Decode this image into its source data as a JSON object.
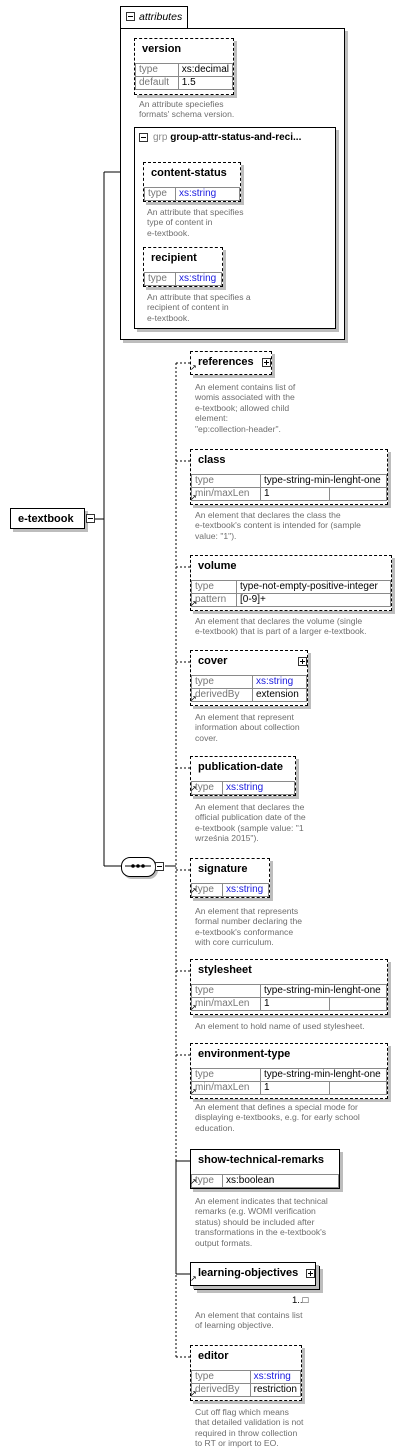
{
  "root": {
    "name": "e-textbook"
  },
  "attributes": {
    "label": "attributes",
    "items": [
      {
        "name": "version",
        "props": [
          [
            "type",
            "xs:decimal"
          ],
          [
            "default",
            "1.5"
          ]
        ],
        "doc": [
          "An attribute speciefies",
          "formats' schema version."
        ]
      }
    ],
    "group": {
      "prefix": "grp",
      "name": "group-attr-status-and-reci...",
      "items": [
        {
          "name": "content-status",
          "props": [
            [
              "type",
              "xs:string"
            ]
          ],
          "doc": [
            "An attribute that specifies",
            "type of content in",
            "e-textbook."
          ]
        },
        {
          "name": "recipient",
          "props": [
            [
              "type",
              "xs:string"
            ]
          ],
          "doc": [
            "An attribute that specifies a",
            "recipient of content in",
            "e-textbook."
          ]
        }
      ]
    }
  },
  "elements": [
    {
      "name": "references",
      "props": [],
      "doc": [
        "An element contains list of",
        "womis associated with the",
        "e-textbook; allowed child",
        "element:",
        "\"ep:collection-header\"."
      ]
    },
    {
      "name": "class",
      "props": [
        [
          "type",
          "type-string-min-lenght-one"
        ],
        [
          "min/maxLen",
          "1",
          ""
        ]
      ],
      "doc": [
        "An element that declares the class the",
        "e-textbook's content is intended for (sample",
        "value: \"1\")."
      ]
    },
    {
      "name": "volume",
      "props": [
        [
          "type",
          "type-not-empty-positive-integer"
        ],
        [
          "pattern",
          "[0-9]+"
        ]
      ],
      "doc": [
        "An element that declares the volume (single",
        "e-textbook) that is part of a larger e-textbook."
      ]
    },
    {
      "name": "cover",
      "props": [
        [
          "type",
          "xs:string"
        ],
        [
          "derivedBy",
          "extension"
        ]
      ],
      "doc": [
        "An element that represent",
        "information about collection",
        "cover."
      ]
    },
    {
      "name": "publication-date",
      "props": [
        [
          "type",
          "xs:string"
        ]
      ],
      "doc": [
        "An element that declares the",
        "official publication date of the",
        "e-textbook (sample value: \"1",
        "września 2015\")."
      ]
    },
    {
      "name": "signature",
      "props": [
        [
          "type",
          "xs:string"
        ]
      ],
      "doc": [
        "An element that represents",
        "formal number declaring the",
        "e-textbook's conformance",
        "with core curriculum."
      ]
    },
    {
      "name": "stylesheet",
      "props": [
        [
          "type",
          "type-string-min-lenght-one"
        ],
        [
          "min/maxLen",
          "1",
          ""
        ]
      ],
      "doc": [
        "An element to hold name of used stylesheet."
      ]
    },
    {
      "name": "environment-type",
      "props": [
        [
          "type",
          "type-string-min-lenght-one"
        ],
        [
          "min/maxLen",
          "1",
          ""
        ]
      ],
      "doc": [
        "An element that defines a special mode for",
        "displaying e-textbooks, e.g. for early school",
        "education."
      ]
    },
    {
      "name": "show-technical-remarks",
      "props": [
        [
          "type",
          "xs:boolean"
        ]
      ],
      "doc": [
        "An element indicates that technical",
        "remarks (e.g. WOMI verification",
        "status) should be included after",
        "transformations in the e-textbook's",
        "output formats."
      ]
    },
    {
      "name": "learning-objectives",
      "props": [],
      "occurs": "1..",
      "doc": [
        "An element that contains list",
        "of learning objective."
      ]
    },
    {
      "name": "editor",
      "props": [
        [
          "type",
          "xs:string"
        ],
        [
          "derivedBy",
          "restriction"
        ]
      ],
      "doc": [
        "Cut off flag which means",
        "that detailed validation is not",
        "required in throw collection",
        "to RT or import to EO."
      ]
    }
  ]
}
